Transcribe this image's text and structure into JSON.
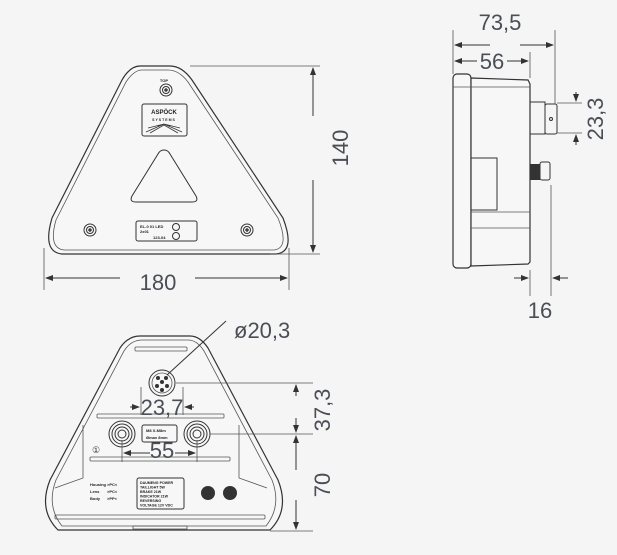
{
  "drawing": {
    "front_view": {
      "top_label": "TOP",
      "brand_label": "ASPÖCK",
      "brand_sub": "SYSTEMS",
      "dimensions": {
        "width": "180",
        "height": "140"
      },
      "label_plate": {
        "line1": "EL-0 01  LED",
        "line2": "2x01",
        "line3": "123-04"
      }
    },
    "side_view": {
      "dimensions": {
        "overall_depth": "73,5",
        "housing_depth": "56",
        "connector_height": "23,3",
        "bolt_offset": "16"
      }
    },
    "rear_view": {
      "dimensions": {
        "connector_diameter": "ø20,3",
        "connector_width": "23,7",
        "bolt_spacing": "55",
        "connector_to_bolt": "37,3",
        "bolt_to_bottom": "70"
      },
      "circle_marker": "①",
      "center_plate": {
        "line1": "M8 X-M8m",
        "line2": "Ømax 8mm"
      },
      "legend": [
        {
          "label": "Housing",
          "value": ">PC<"
        },
        {
          "label": "Lens",
          "value": ">PC<"
        },
        {
          "label": "Body",
          "value": ">PP<"
        }
      ],
      "spec_plate": {
        "lines": [
          "DAUMENG  POWER",
          "TAILLIGHT   5W",
          "BRAKE        21W",
          "INDICATOR  21W",
          "REVERSING",
          "VOLTAGE   12V  VDC"
        ]
      }
    },
    "colors": {
      "background": "#f5f5f5",
      "line": "#333333",
      "dimension_text": "#4a4e55"
    }
  }
}
